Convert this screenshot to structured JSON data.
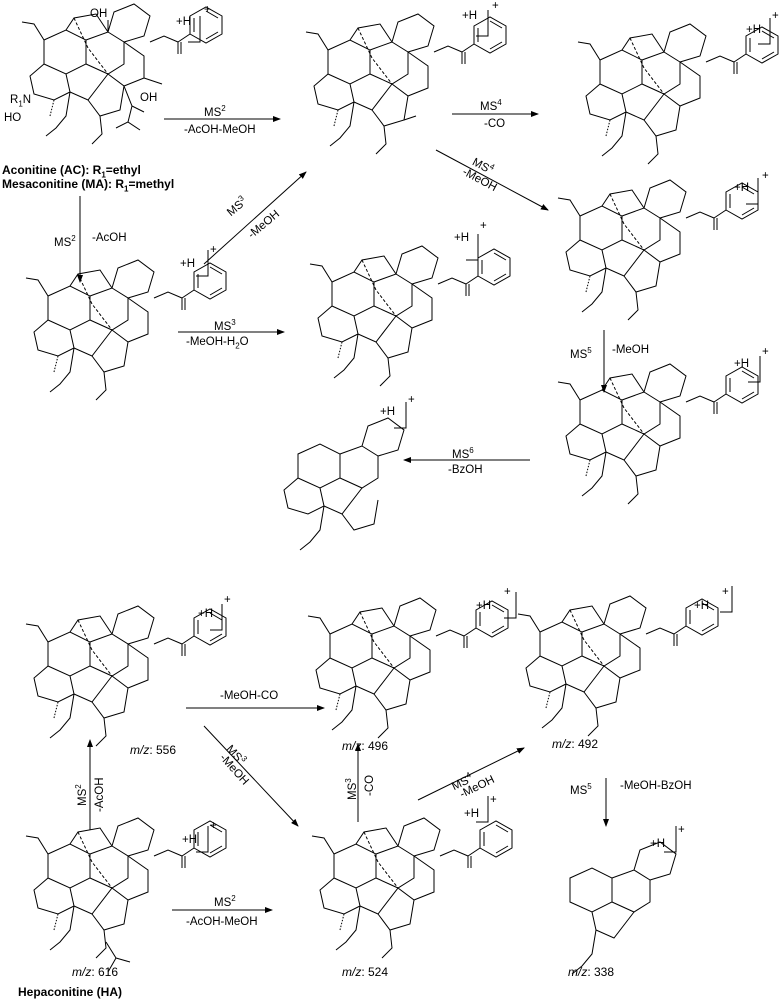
{
  "compounds": {
    "aconitine_label": "Aconitine (AC): R",
    "aconitine_label_rest": "=ethyl",
    "mesaconitine_label": "Mesaconitine (MA): R",
    "mesaconitine_label_rest": "=methyl",
    "hepaconitine_label": "Hepaconitine (HA)",
    "r1": "R",
    "r1_sub": "1"
  },
  "ion_charge": "+H",
  "plus": "+",
  "mz_prefix": "m/z",
  "mz_values": {
    "m616": ": 616",
    "m556": ": 556",
    "m496": ": 496",
    "m492": ": 492",
    "m524": ": 524",
    "m338": ": 338"
  },
  "arrows_top": {
    "a1_ms": "MS",
    "a1_ms_sup": "2",
    "a1_loss": "-AcOH-MeOH",
    "a2_ms": "MS",
    "a2_ms_sup": "4",
    "a2_loss": "-CO",
    "a3_ms": "MS",
    "a3_ms_sup": "4",
    "a3_loss": "-MeOH",
    "a4_ms": "MS",
    "a4_ms_sup": "2",
    "a4_loss": "-AcOH",
    "a5_ms": "MS",
    "a5_ms_sup": "3",
    "a5_loss": "-MeOH",
    "a6_ms": "MS",
    "a6_ms_sup": "3",
    "a6_loss": "-MeOH-H",
    "a6_loss_sub": "2",
    "a6_loss_end": "O",
    "a7_ms": "MS",
    "a7_ms_sup": "5",
    "a7_loss": "-MeOH",
    "a8_ms": "MS",
    "a8_ms_sup": "6",
    "a8_loss": "-BzOH"
  },
  "arrows_bottom": {
    "b1_loss": "-MeOH-CO",
    "b2_ms": "MS",
    "b2_ms_sup": "3",
    "b2_loss": "-MeOH",
    "b3_ms": "MS",
    "b3_ms_sup": "2",
    "b3_loss": "-AcOH",
    "b4_ms": "MS",
    "b4_ms_sup": "2",
    "b4_loss": "-AcOH-MeOH",
    "b5_ms": "MS",
    "b5_ms_sup": "3",
    "b5_loss": "-CO",
    "b6_ms": "MS",
    "b6_ms_sup": "4",
    "b6_loss": "-MeOH",
    "b7_ms": "MS",
    "b7_ms_sup": "5",
    "b7_loss": "-MeOH-BzOH"
  },
  "atoms": {
    "n": "N",
    "oh": "OH",
    "ho": "HO",
    "o": "O"
  }
}
